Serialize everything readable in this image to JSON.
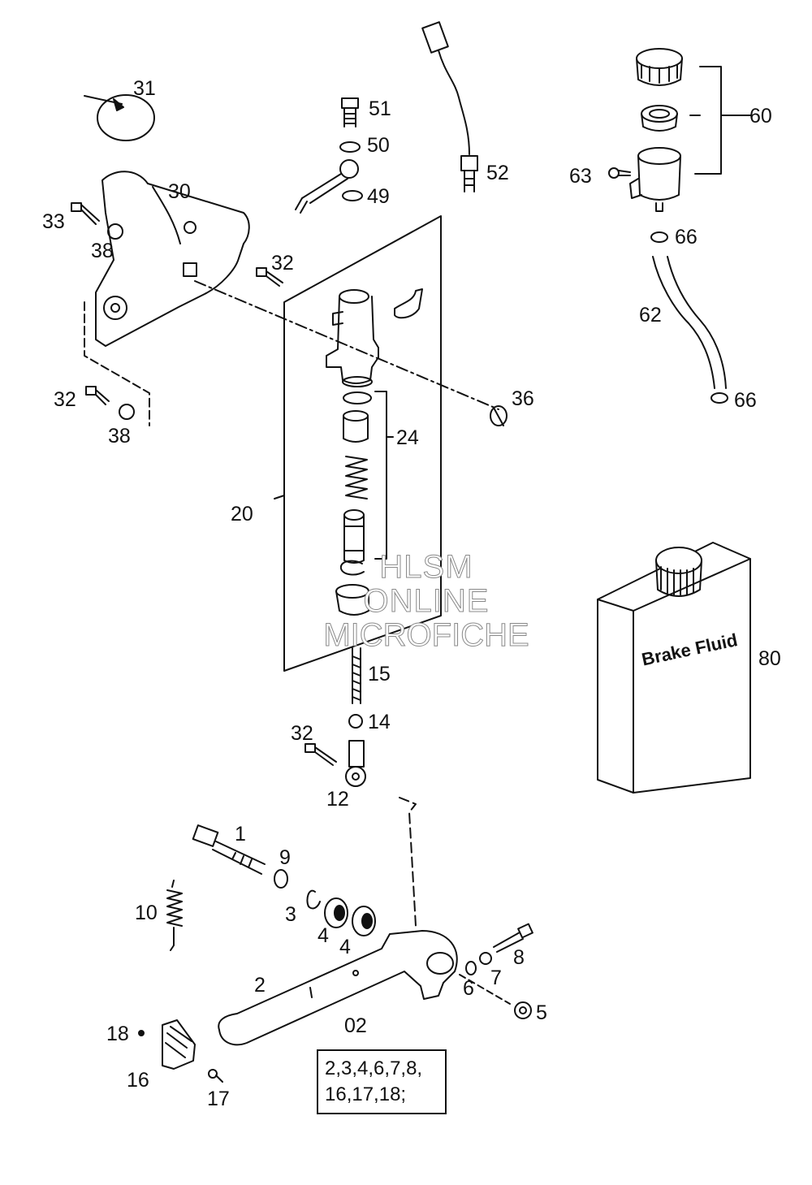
{
  "labels": {
    "l31": "31",
    "l51": "51",
    "l50": "50",
    "l49": "49",
    "l52": "52",
    "l60": "60",
    "l63": "63",
    "l66a": "66",
    "l62": "62",
    "l66b": "66",
    "l30": "30",
    "l33": "33",
    "l38a": "38",
    "l32a": "32",
    "l32b": "32",
    "l38b": "38",
    "l36": "36",
    "l24": "24",
    "l20": "20",
    "l80": "80",
    "l15": "15",
    "l14": "14",
    "l32c": "32",
    "l12": "12",
    "l1": "1",
    "l9": "9",
    "l10": "10",
    "l3": "3",
    "l4a": "4",
    "l4b": "4",
    "l8": "8",
    "l7": "7",
    "l6": "6",
    "l5": "5",
    "l2": "2",
    "l02": "02",
    "l18": "18",
    "l16": "16",
    "l17": "17"
  },
  "kit": {
    "line1": "2,3,4,6,7,8,",
    "line2": "16,17,18;"
  },
  "jug_label": "Brake Fluid",
  "watermark": {
    "line1": "HLSM",
    "line2": "ONLINE",
    "line3": "MICROFICHE"
  }
}
